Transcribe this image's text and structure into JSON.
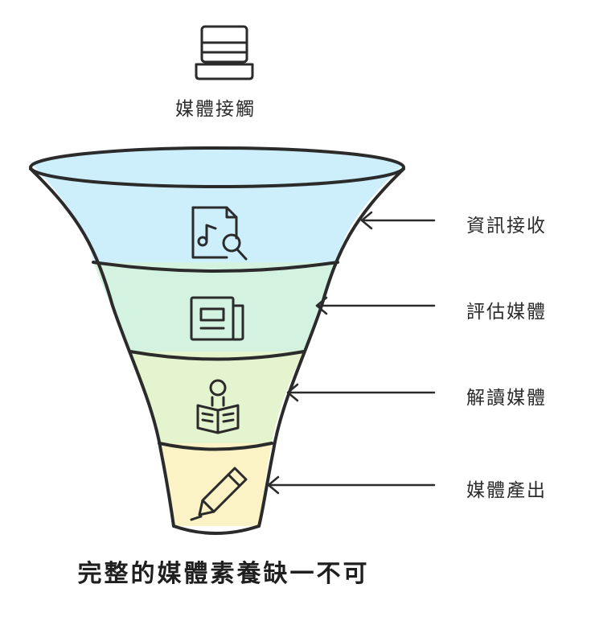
{
  "diagram": {
    "top_label": "媒體接觸",
    "stages": [
      {
        "label": "資訊接收",
        "icon": "document-search-icon",
        "fill": "#cdeefb"
      },
      {
        "label": "評估媒體",
        "icon": "newspaper-icon",
        "fill": "#d3f2df"
      },
      {
        "label": "解讀媒體",
        "icon": "person-reading-icon",
        "fill": "#e4f4cf"
      },
      {
        "label": "媒體產出",
        "icon": "pencil-icon",
        "fill": "#fbf3c6"
      }
    ],
    "caption": "完整的媒體素養缺一不可",
    "stroke_color": "#2b2b2b"
  }
}
